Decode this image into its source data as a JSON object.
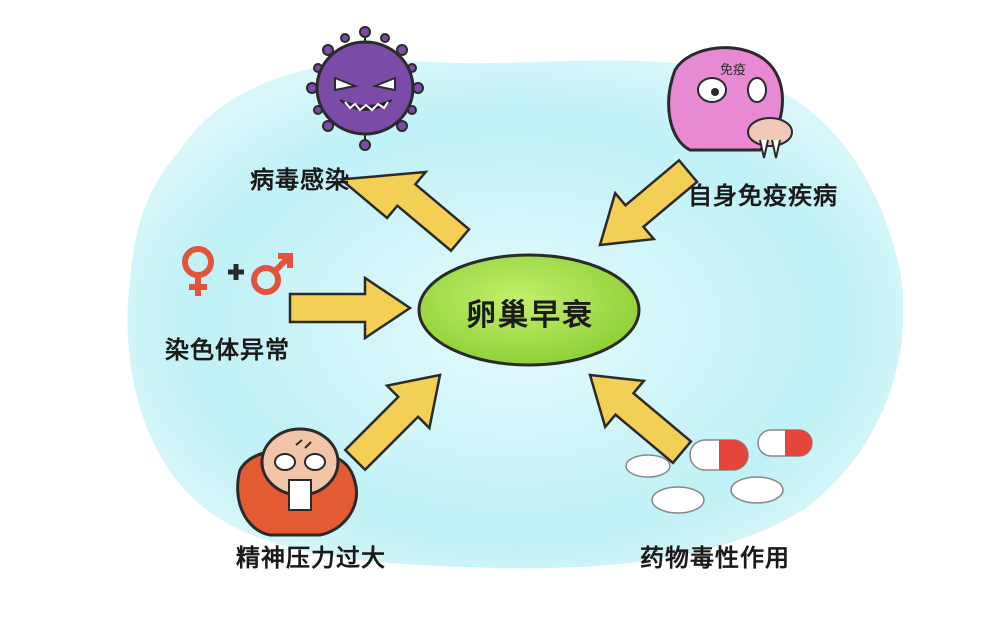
{
  "center": {
    "label": "卵巢早衰"
  },
  "causes": {
    "virus": "病毒感染",
    "autoimmune": "自身免疫疾病",
    "chromosome": "染色体异常",
    "stress": "精神压力过大",
    "drug": "药物毒性作用"
  },
  "autoimmune_figure_text": "免疫",
  "colors": {
    "background_blob": "#bff1f6",
    "center_fill": "#a9e24a",
    "arrow_fill": "#f3cf55",
    "virus": "#7b4ba8",
    "autoimmune": "#e889d3",
    "stress_cloth": "#e25b33",
    "pill_red": "#e5463b",
    "symbol_red": "#e4543d"
  },
  "icons": {
    "virus": "virus-icon",
    "autoimmune": "autoimmune-monster-icon",
    "gender": "female-plus-male-icon",
    "stress": "stressed-person-icon",
    "pills": "pills-icon"
  }
}
